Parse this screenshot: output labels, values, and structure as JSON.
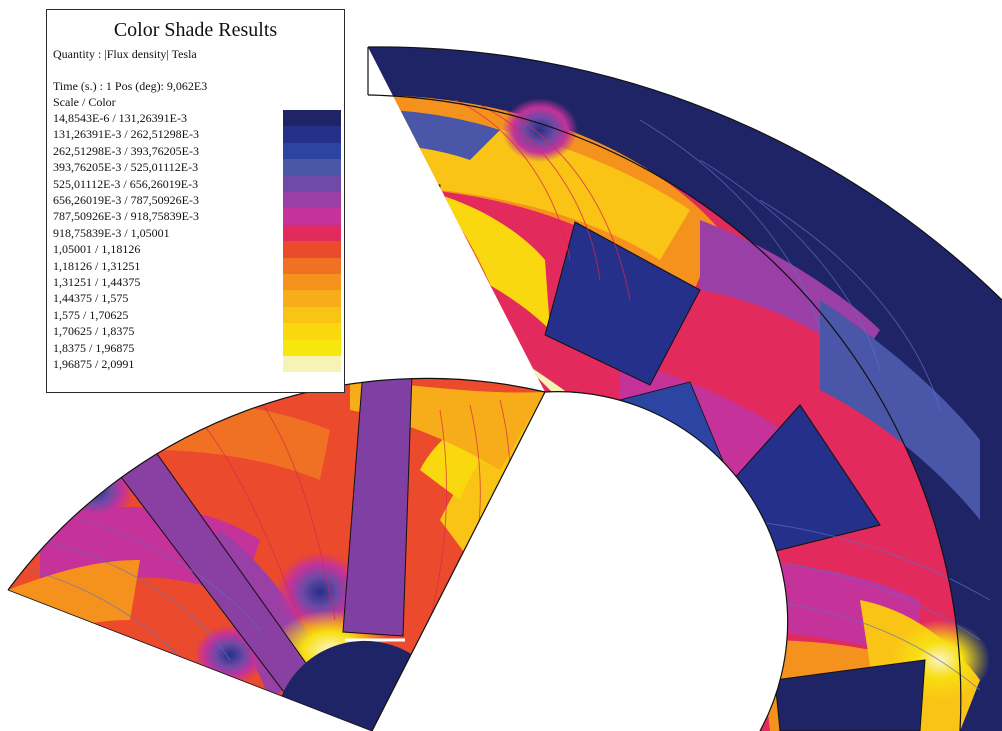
{
  "legend": {
    "title": "Color Shade Results",
    "quantity": "Quantity : |Flux density| Tesla",
    "time": "Time (s.) : 1 Pos (deg): 9,062E3",
    "scale_label": "Scale / Color",
    "rows": [
      {
        "range": "14,8543E-6  /  131,26391E-3",
        "color": "#1f2466"
      },
      {
        "range": "131,26391E-3  /  262,51298E-3",
        "color": "#24308a"
      },
      {
        "range": "262,51298E-3  /  393,76205E-3",
        "color": "#2c44a2"
      },
      {
        "range": "393,76205E-3  /  525,01112E-3",
        "color": "#4a56a8"
      },
      {
        "range": "525,01112E-3  /  656,26019E-3",
        "color": "#6f4aa6"
      },
      {
        "range": "656,26019E-3  /  787,50926E-3",
        "color": "#9a3fa6"
      },
      {
        "range": "787,50926E-3  /  918,75839E-3",
        "color": "#c4329a"
      },
      {
        "range": "918,75839E-3  /  1,05001",
        "color": "#e22a5c"
      },
      {
        "range": "1,05001  /  1,18126",
        "color": "#ec4a2c"
      },
      {
        "range": "1,18126  /  1,31251",
        "color": "#f07024"
      },
      {
        "range": "1,31251  /  1,44375",
        "color": "#f5921e"
      },
      {
        "range": "1,44375  /  1,575",
        "color": "#f7ac19"
      },
      {
        "range": "1,575  /  1,70625",
        "color": "#f9c415"
      },
      {
        "range": "1,70625  /  1,8375",
        "color": "#fad80f"
      },
      {
        "range": "1,8375  /  1,96875",
        "color": "#f6e80d"
      },
      {
        "range": "1,96875  /  2,0991",
        "color": "#f7f3b6"
      }
    ]
  }
}
